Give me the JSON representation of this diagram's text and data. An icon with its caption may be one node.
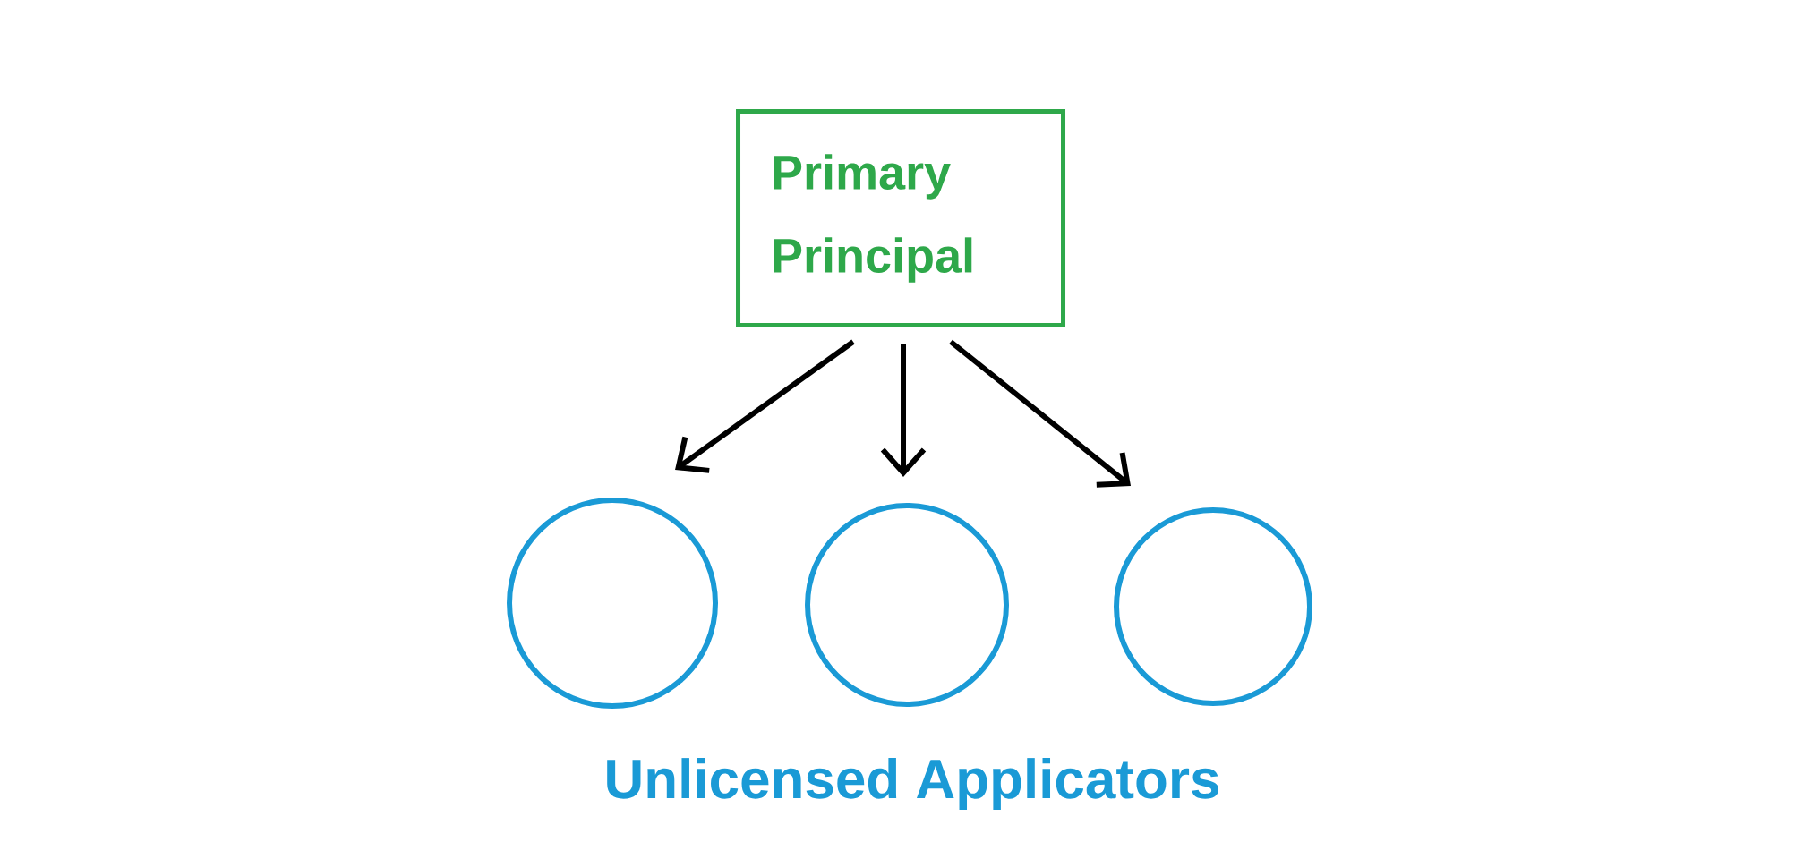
{
  "diagram": {
    "nodes": [
      {
        "text": [
          "Primary Principal"
        ]
      },
      {
        "text": [],
        "shape": "circle"
      },
      {
        "text": [],
        "shape": "circle"
      },
      {
        "text": [],
        "shape": "circle"
      }
    ],
    "edges": [
      {
        "from": 0,
        "to": 1,
        "arrow": "to"
      },
      {
        "from": 0,
        "to": 2,
        "arrow": "to"
      },
      {
        "from": 0,
        "to": 3,
        "arrow": "to"
      }
    ],
    "labels": [
      "Unlicensed Applicators"
    ]
  }
}
